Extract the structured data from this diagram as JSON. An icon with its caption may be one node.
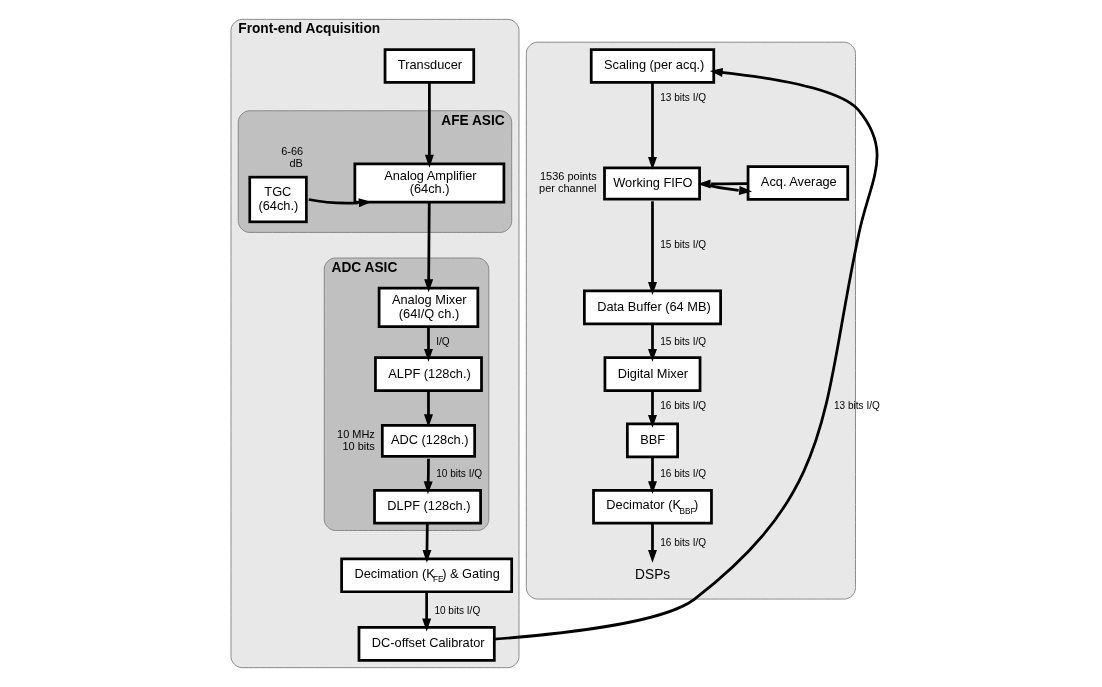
{
  "diagram": {
    "nodes": [
      {
        "text": [
          "Front-end Acquisition"
        ]
      },
      {
        "text": [
          "Transducer"
        ],
        "in": 0
      },
      {
        "text": [
          "AFE ASIC"
        ],
        "in": 0
      },
      {
        "text": [
          "TGC",
          "(64ch.)"
        ],
        "in": 2,
        "beside": [
          "6-66 dB"
        ]
      },
      {
        "text": [
          "Analog Amplifier",
          "(64ch.)"
        ],
        "in": 2
      },
      {
        "text": [
          "ADC ASIC"
        ],
        "in": 0
      },
      {
        "text": [
          "Analog Mixer",
          "(64I/Q ch.)"
        ],
        "in": 5
      },
      {
        "text": [
          "ALPF (128ch.)"
        ],
        "in": 5
      },
      {
        "text": [
          "ADC (128ch.)"
        ],
        "in": 5,
        "beside": [
          "10 MHz 10 bits"
        ]
      },
      {
        "text": [
          "DLPF (128ch.)"
        ],
        "in": 5
      },
      {
        "text": [
          "Decimation (K$_{FE}$) & Gating"
        ],
        "in": 0
      },
      {
        "text": [
          "DC-offset Calibrator"
        ],
        "in": 0
      },
      {
        "text": [],
        "shape": "box"
      },
      {
        "text": [
          "Scaling (per acq.)"
        ],
        "in": 12
      },
      {
        "text": [
          "Working FIFO"
        ],
        "in": 12,
        "beside": [
          "1536 points per channel"
        ]
      },
      {
        "text": [
          "Acq. Average"
        ],
        "in": 12
      },
      {
        "text": [
          "Data Buffer (64 MB)"
        ],
        "in": 12
      },
      {
        "text": [
          "Digital Mixer"
        ],
        "in": 12
      },
      {
        "text": [
          "BBF"
        ],
        "in": 12
      },
      {
        "text": [
          "Decimator (K$_{BBF}$)"
        ],
        "in": 12
      },
      {
        "text": [
          "DSPs"
        ],
        "in": 12
      }
    ],
    "edges": [
      {
        "from": 1,
        "to": 4,
        "arrow": "to"
      },
      {
        "from": 3,
        "to": 4,
        "arrow": "to"
      },
      {
        "from": 4,
        "to": 6,
        "arrow": "to"
      },
      {
        "from": 6,
        "to": 7,
        "arrow": "to",
        "label": "I/Q"
      },
      {
        "from": 7,
        "to": 8,
        "arrow": "to"
      },
      {
        "from": 8,
        "to": 9,
        "arrow": "to",
        "label": "10 bits I/Q"
      },
      {
        "from": 9,
        "to": 10,
        "arrow": "to"
      },
      {
        "from": 10,
        "to": 11,
        "arrow": "to",
        "label": "10 bits I/Q"
      },
      {
        "from": 11,
        "to": 13,
        "arrow": "to",
        "label": "13 bits I/Q"
      },
      {
        "from": 13,
        "to": 14,
        "arrow": "to",
        "label": "13 bits I/Q"
      },
      {
        "from": 14,
        "to": 15,
        "arrow": "to"
      },
      {
        "from": 15,
        "to": 14,
        "arrow": "to"
      },
      {
        "from": 14,
        "to": 16,
        "arrow": "to",
        "label": "15 bits I/Q"
      },
      {
        "from": 16,
        "to": 17,
        "arrow": "to",
        "label": "15 bits I/Q"
      },
      {
        "from": 17,
        "to": 18,
        "arrow": "to",
        "label": "16 bits I/Q"
      },
      {
        "from": 18,
        "to": 19,
        "arrow": "to",
        "label": "16 bits I/Q"
      },
      {
        "from": 19,
        "to": 20,
        "arrow": "to",
        "label": "16 bits I/Q"
      }
    ]
  }
}
